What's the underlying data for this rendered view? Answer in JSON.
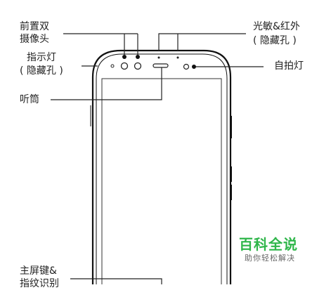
{
  "labels": {
    "front_camera_line1": "前置双",
    "front_camera_line2": "摄像头",
    "indicator_line1": "指示灯",
    "indicator_line2": "( 隐藏孔 )",
    "earpiece": "听筒",
    "home_line1": "主屏键&",
    "home_line2": "指纹识别",
    "light_sensor_line1": "光敏&红外",
    "light_sensor_line2": "( 隐藏孔 )",
    "selfie_light": "自拍灯"
  },
  "watermark": {
    "main": "百科全说",
    "sub": "助你轻松解决"
  },
  "colors": {
    "line": "#222222",
    "outline": "#111111",
    "watermark": "#2fb64a"
  }
}
